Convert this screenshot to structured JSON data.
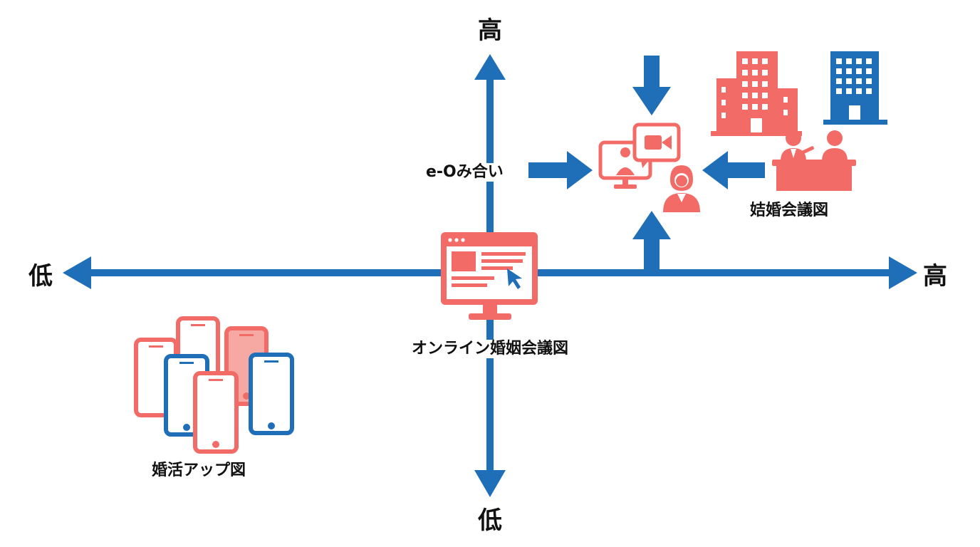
{
  "axes": {
    "top_label": "高",
    "bottom_label": "低",
    "left_label": "低",
    "right_label": "高"
  },
  "items": {
    "center": {
      "label": "オンライン婚姻会議図",
      "icon": "monitor-browser-icon"
    },
    "eo": {
      "label": "e-Oみ合い"
    },
    "agency": {
      "label": "姞婚会議図",
      "icons": [
        "office-building-icon",
        "counselor-desk-icon"
      ]
    },
    "apps": {
      "label": "婚活アップ図",
      "icons": [
        "smartphone-icon"
      ]
    },
    "target": {
      "icons": [
        "video-chat-icon",
        "female-advisor-icon"
      ]
    }
  },
  "colors": {
    "axis_blue": "#1f6eb8",
    "icon_coral": "#f26b67",
    "icon_blue": "#1f6eb8",
    "text": "#111111"
  }
}
